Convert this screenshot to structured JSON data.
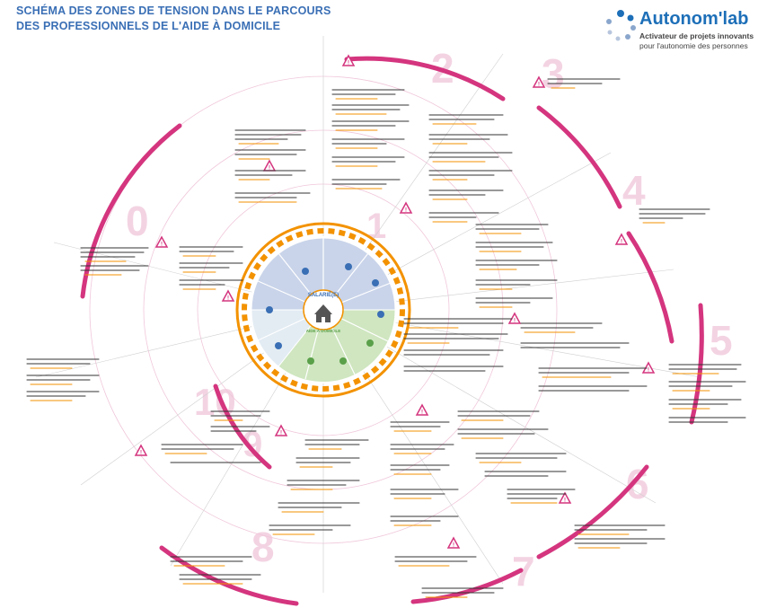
{
  "title": {
    "line1": "SCHÉMA DES ZONES DE TENSION DANS LE PARCOURS",
    "line2": "DES PROFESSIONNELS DE L'AIDE À DOMICILE"
  },
  "logo": {
    "brand": "utonom'lab",
    "brand_prefix": "A",
    "tagline1": "Activateur de projets innovants",
    "tagline2": "pour l'autonomie des personnes"
  },
  "center": {
    "label_top": "SALARIÉ(E)",
    "label_bottom": "AIDE À DOMICILE"
  },
  "phases": [
    "0",
    "1",
    "2",
    "3",
    "4",
    "5",
    "6",
    "7",
    "8",
    "9",
    "10"
  ],
  "colors": {
    "ring": "#d4357e",
    "orange": "#f39200",
    "blue_zone": "#c9d4ea",
    "green_zone": "#cfe6c0",
    "warning": "#d4357e",
    "faded_number": "#f3d3e2",
    "title": "#3a6fb5"
  },
  "icons": {
    "warning": "warning-triangle-icon",
    "center": "house-people-icon"
  }
}
